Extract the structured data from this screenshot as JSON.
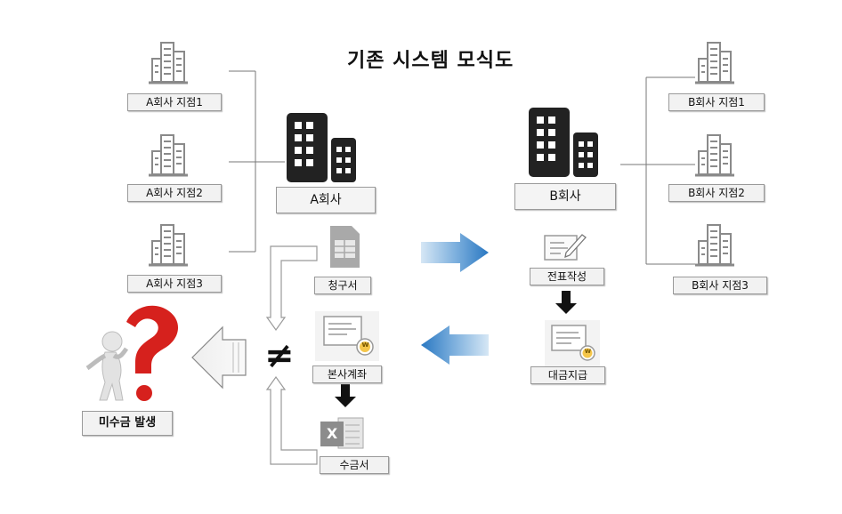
{
  "title": "기존 시스템 모식도",
  "company_a": {
    "name": "A회사",
    "branches": [
      "A회사 지점1",
      "A회사 지점2",
      "A회사 지점3"
    ]
  },
  "company_b": {
    "name": "B회사",
    "branches": [
      "B회사 지점1",
      "B회사 지점2",
      "B회사 지점3"
    ]
  },
  "documents": {
    "invoice": "청구서",
    "voucher": "전표작성",
    "payment": "대금지급",
    "head_account": "본사계좌",
    "receipt": "수금서"
  },
  "not_equal_symbol": "≠",
  "result_label": "미수금 발생",
  "icon_badge": "w",
  "excel_letter": "X"
}
